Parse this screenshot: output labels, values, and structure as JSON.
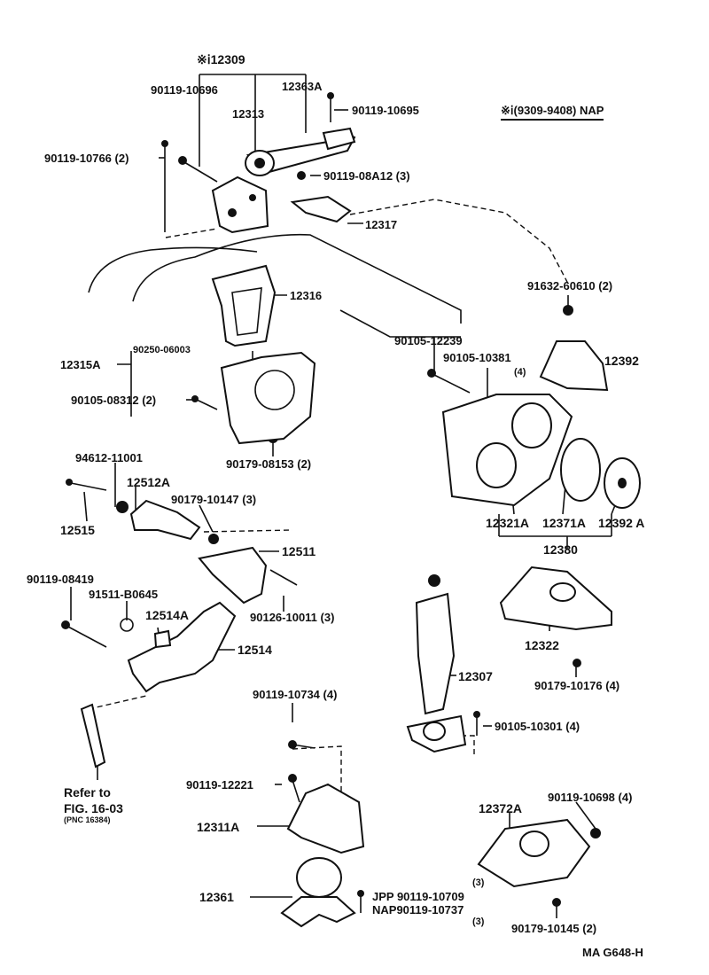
{
  "labels": {
    "l12309": "※ⅰ12309",
    "l90119_10696": "90119-10696",
    "l12363A": "12363A",
    "l12313": "12313",
    "l90119_10695": "90119-10695",
    "lnote": "※ⅰ(9309-9408) NAP",
    "l90119_10766": "90119-10766 (2)",
    "l90119_08A12": "90119-08A12 (3)",
    "l12317": "12317",
    "l91632_60610": "91632-60610 (2)",
    "l12316": "12316",
    "l90105_12239": "90105-12239",
    "l90250_06003": "90250-06003",
    "l90105_10381": "90105-10381",
    "l10381q": "(4)",
    "l12315A": "12315A",
    "l12392": "12392",
    "l90105_08312": "90105-08312 (2)",
    "l90179_08153": "90179-08153 (2)",
    "l94612_11001": "94612-11001",
    "l12512A": "12512A",
    "l90179_10147": "90179-10147 (3)",
    "l12515": "12515",
    "l12321A": "12321A",
    "l12371A": "12371A",
    "l12392A": "12392 A",
    "l12380": "12380",
    "l12511": "12511",
    "l90119_08419": "90119-08419",
    "l91511_B0645": "91511-B0645",
    "l12514A": "12514A",
    "l90126_10011": "90126-10011 (3)",
    "l12514": "12514",
    "l12322": "12322",
    "l90179_10176": "90179-10176 (4)",
    "l12307": "12307",
    "l90119_10734": "90119-10734 (4)",
    "l90105_10301": "90105-10301 (4)",
    "lrefer1": "Refer to",
    "lrefer2": "FIG. 16-03",
    "lrefer3": "(PNC 16384)",
    "l90119_12221": "90119-12221",
    "l12372A": "12372A",
    "l90119_10698": "90119-10698 (4)",
    "l12311A": "12311A",
    "l12361": "12361",
    "lJPP": "JPP 90119-10709",
    "l3a": "(3)",
    "lNAP": "NAP90119-10737",
    "l3b": "(3)",
    "l90179_10145": "90179-10145 (2)",
    "lcode": "MA  G648-H"
  }
}
